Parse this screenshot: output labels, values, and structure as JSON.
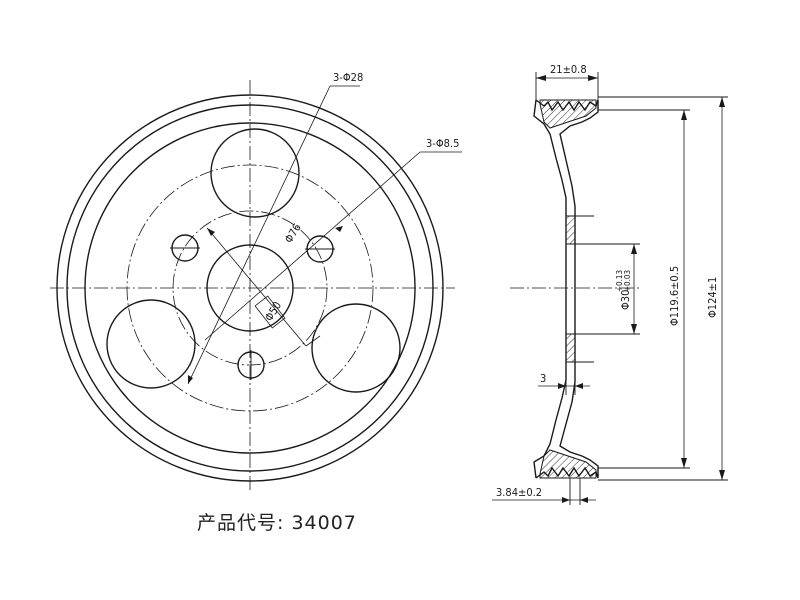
{
  "front_view": {
    "large_hole_label": "3-Φ28",
    "small_hole_label": "3-Φ8.5",
    "pcd_label": "Φ76",
    "center_bore_label": "Φ50"
  },
  "section_view": {
    "width_label": "21±0.8",
    "outer_dia_label": "Φ124±1",
    "groove_dia_label": "Φ119.6±0.5",
    "bore_dia_label": "Φ30",
    "bore_tol_upper": "+0.13",
    "bore_tol_lower": "+0.03",
    "thickness_label": "3",
    "offset_label": "3.84±0.2"
  },
  "product_code": "产品代号: 34007"
}
